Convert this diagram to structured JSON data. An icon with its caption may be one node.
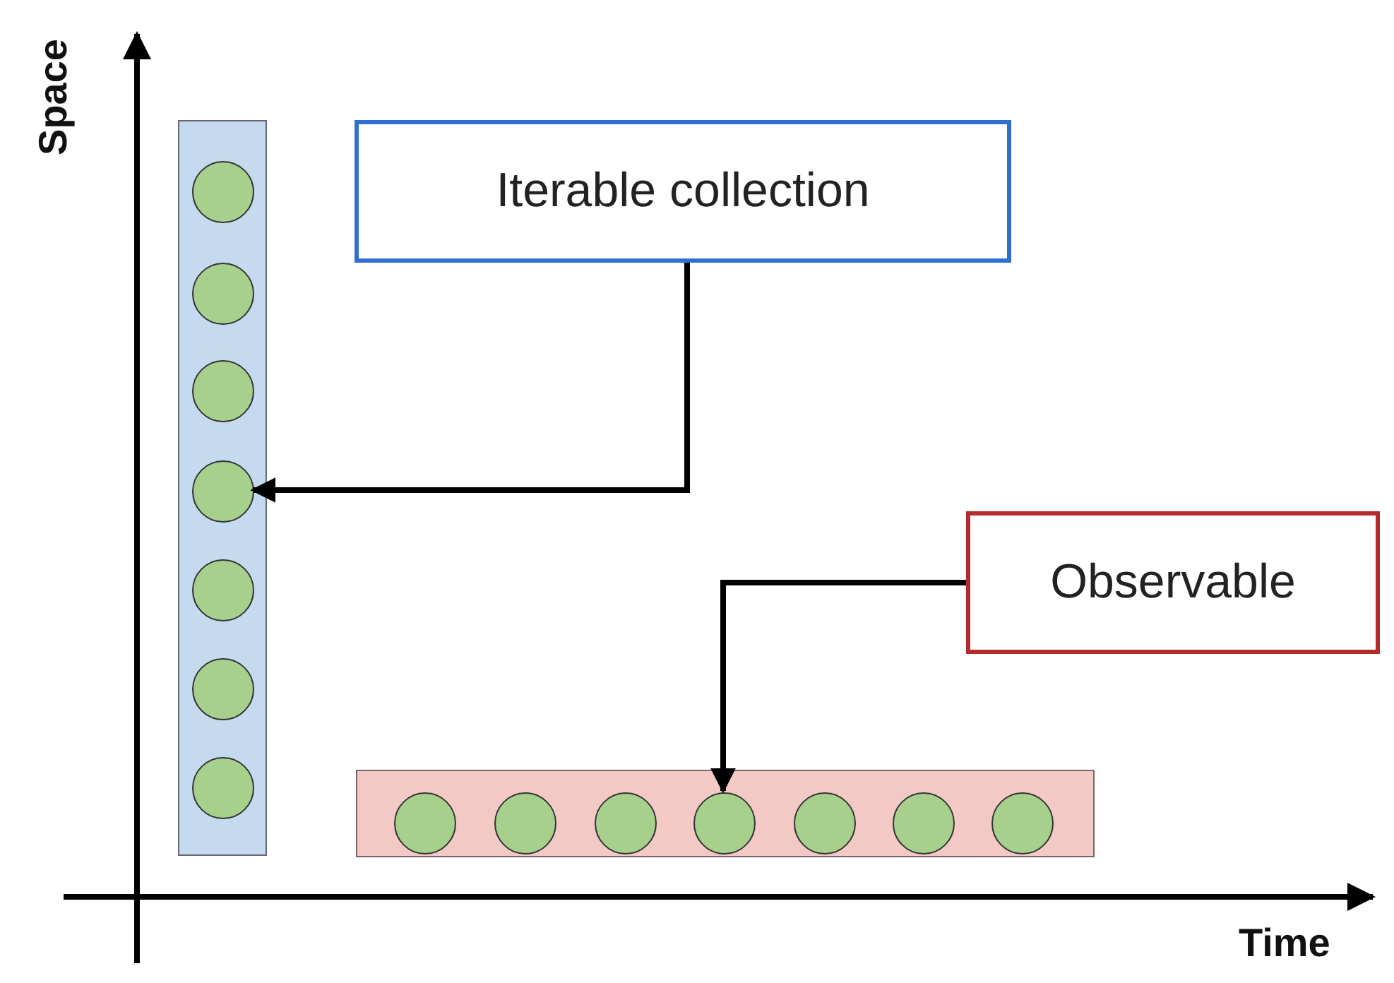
{
  "diagram": {
    "nodes": [
      {
        "text": [],
        "shape": "bar"
      },
      {
        "text": [],
        "shape": "circle",
        "in": 0
      },
      {
        "text": [],
        "shape": "circle",
        "in": 0
      },
      {
        "text": [],
        "shape": "circle",
        "in": 0
      },
      {
        "text": [],
        "shape": "circle",
        "in": 0
      },
      {
        "text": [],
        "shape": "circle",
        "in": 0
      },
      {
        "text": [],
        "shape": "circle",
        "in": 0
      },
      {
        "text": [],
        "shape": "circle",
        "in": 0
      },
      {
        "text": [
          "Iterable collection"
        ]
      },
      {
        "text": [
          "Observable"
        ]
      },
      {
        "text": [],
        "shape": "bar"
      },
      {
        "text": [],
        "shape": "circle",
        "in": 10
      },
      {
        "text": [],
        "shape": "circle",
        "in": 10
      },
      {
        "text": [],
        "shape": "circle",
        "in": 10
      },
      {
        "text": [],
        "shape": "circle",
        "in": 10
      },
      {
        "text": [],
        "shape": "circle",
        "in": 10
      },
      {
        "text": [],
        "shape": "circle",
        "in": 10
      },
      {
        "text": [],
        "shape": "circle",
        "in": 10
      }
    ],
    "edges": [
      {
        "from": 8,
        "to": 4,
        "arrow": "to"
      },
      {
        "from": 9,
        "to": 14,
        "arrow": "to"
      }
    ],
    "labels": [
      "Space",
      "Time"
    ]
  }
}
